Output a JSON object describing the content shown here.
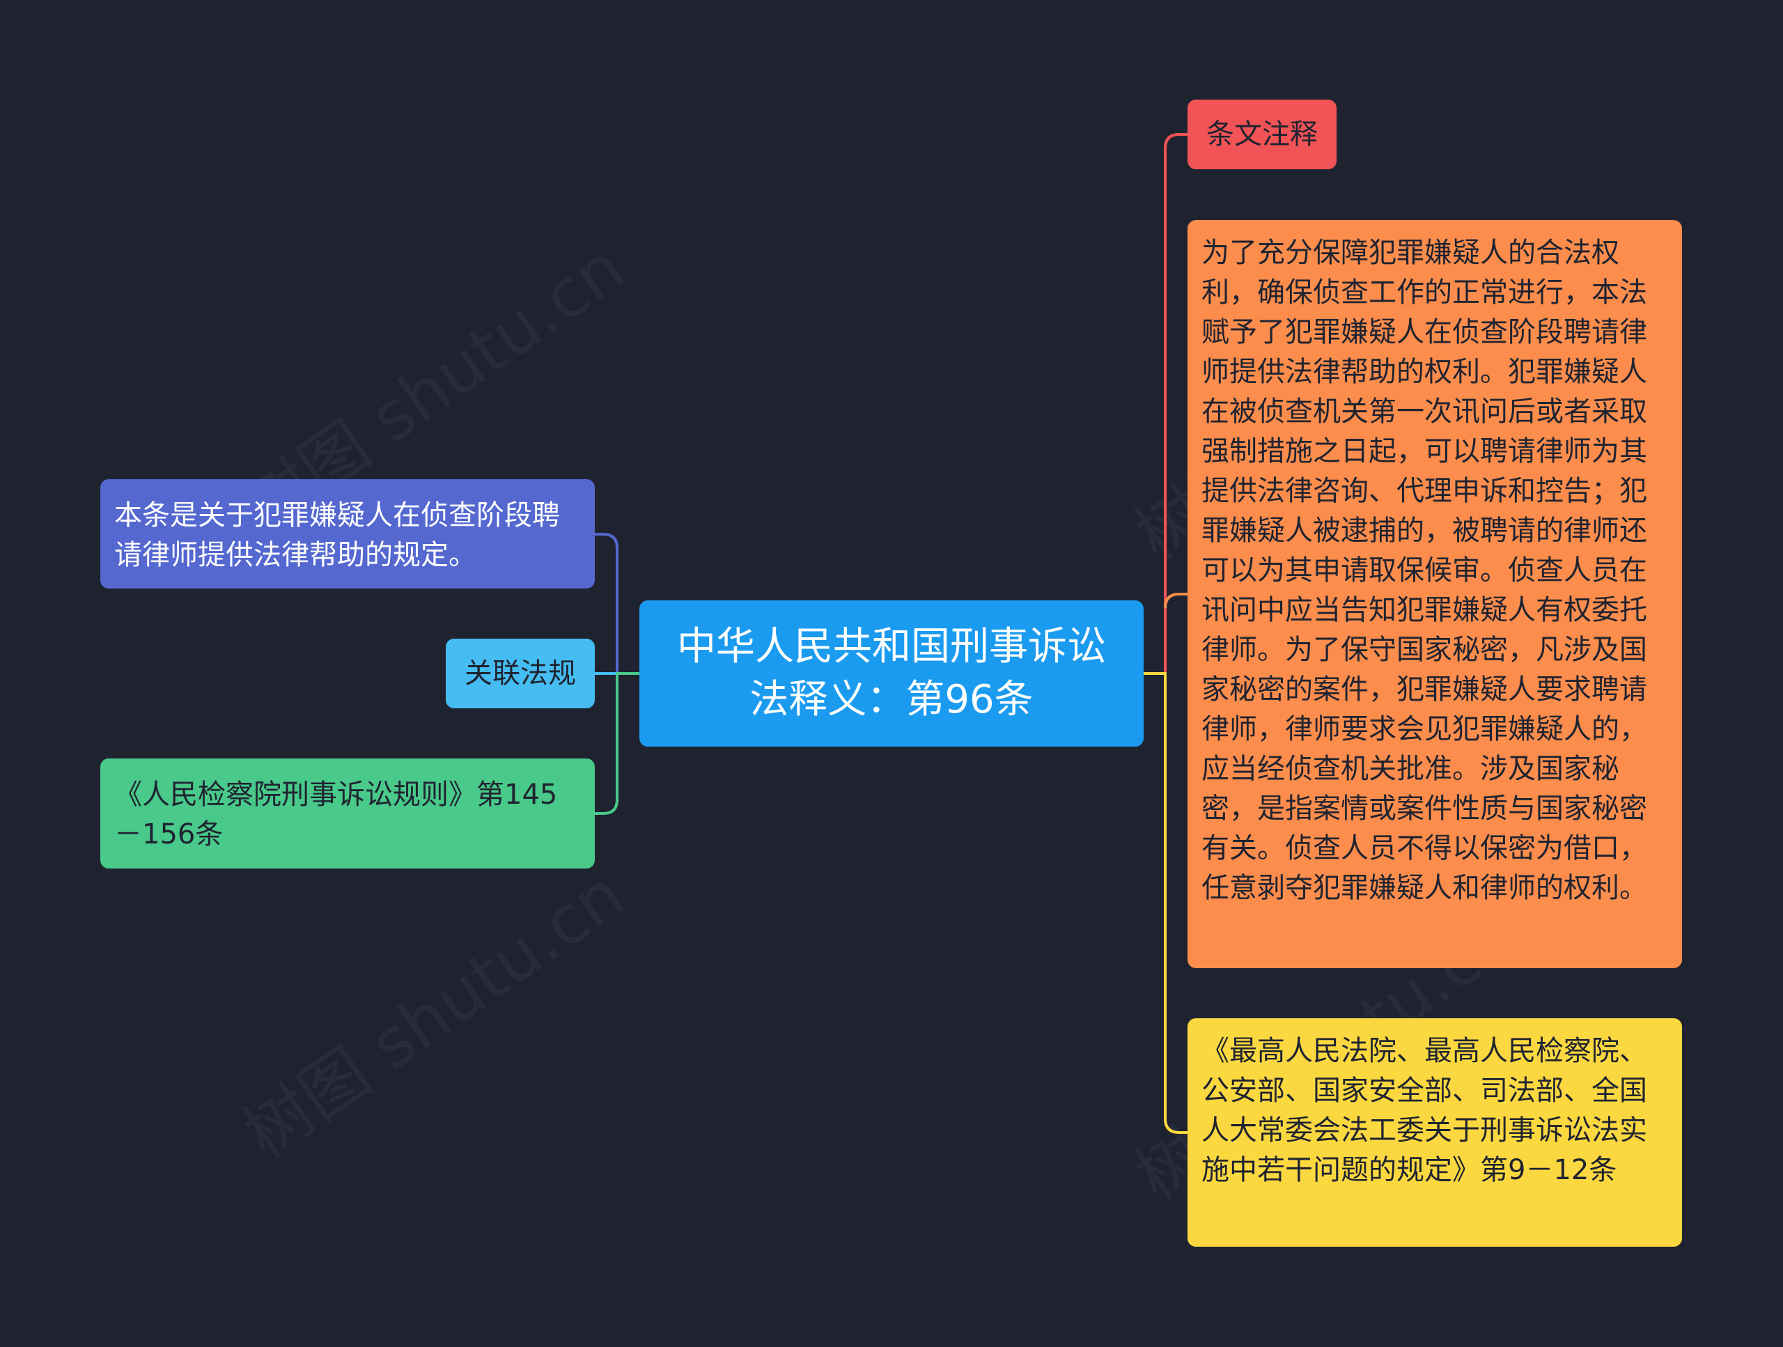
{
  "center": {
    "title": "中华人民共和国刑事诉讼法释义：第96条"
  },
  "left": {
    "summary": "本条是关于犯罪嫌疑人在侦查阶段聘请律师提供法律帮助的规定。",
    "related_label": "关联法规",
    "related_law": "《人民检察院刑事诉讼规则》第145－156条"
  },
  "right": {
    "annotation_label": "条文注释",
    "annotation_text": "为了充分保障犯罪嫌疑人的合法权利，确保侦查工作的正常进行，本法赋予了犯罪嫌疑人在侦查阶段聘请律师提供法律帮助的权利。犯罪嫌疑人在被侦查机关第一次讯问后或者采取强制措施之日起，可以聘请律师为其提供法律咨询、代理申诉和控告；犯罪嫌疑人被逮捕的，被聘请的律师还可以为其申请取保候审。侦查人员在讯问中应当告知犯罪嫌疑人有权委托律师。为了保守国家秘密，凡涉及国家秘密的案件，犯罪嫌疑人要求聘请律师，律师要求会见犯罪嫌疑人的，应当经侦查机关批准。涉及国家秘密，是指案情或案件性质与国家秘密有关。侦查人员不得以保密为借口，任意剥夺犯罪嫌疑人和律师的权利。",
    "regulation": "《最高人民法院、最高人民检察院、公安部、国家安全部、司法部、全国人大常委会法工委关于刑事诉讼法实施中若干问题的规定》第9－12条"
  },
  "watermark": "树图 shutu.cn",
  "colors": {
    "background": "#1f2330",
    "center": "#1a9bef",
    "summary": "#5468d0",
    "related": "#46bdf2",
    "related_law": "#49c98a",
    "annotation_label": "#f25356",
    "annotation_text": "#fc8d4c",
    "regulation": "#fcd840"
  }
}
